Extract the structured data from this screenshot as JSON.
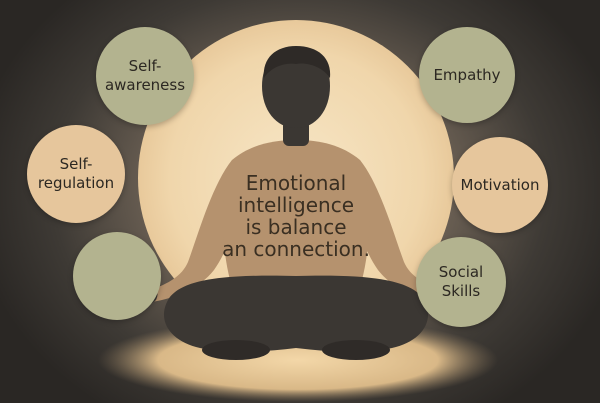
{
  "central_message": "Emotional\nintelligence\nis balance\nan connection.",
  "bubbles": {
    "self_awareness": "Self-\nawareness",
    "self_regulation": "Self-\nregulation",
    "empty": "",
    "empathy": "Empathy",
    "motivation": "Motivation",
    "social_skills": "Social\nSkills"
  },
  "colors": {
    "halo": "#f4ddb6",
    "torso": "#b5926e",
    "figure_dark": "#3b3733",
    "sage": "#b3b38f",
    "sand": "#e6c69c"
  }
}
